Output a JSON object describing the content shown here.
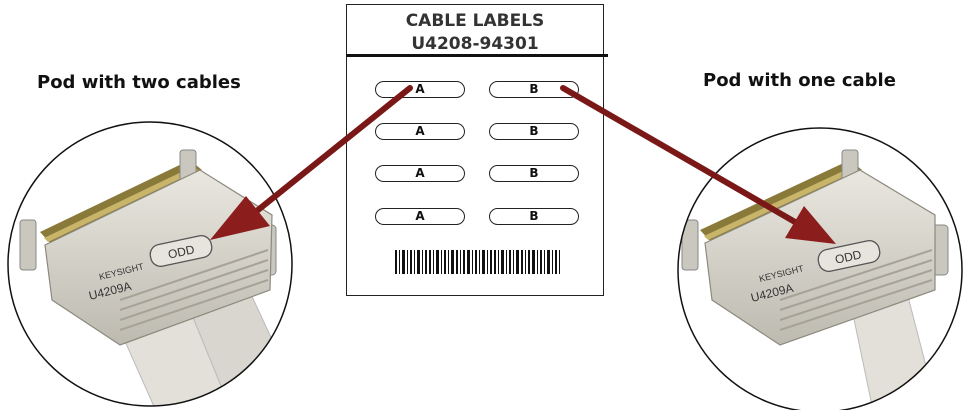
{
  "captions": {
    "left": "Pod with two cables",
    "right": "Pod with one cable"
  },
  "card": {
    "title": "CABLE LABELS",
    "part_number": "U4208-94301",
    "rows": [
      {
        "a": "A",
        "b": "B"
      },
      {
        "a": "A",
        "b": "B"
      },
      {
        "a": "A",
        "b": "B"
      },
      {
        "a": "A",
        "b": "B"
      }
    ]
  },
  "pods": {
    "left": {
      "brand": "KEYSIGHT",
      "model": "U4209A",
      "label": "ODD"
    },
    "right": {
      "brand": "KEYSIGHT",
      "model": "U4209A",
      "label": "ODD"
    }
  },
  "colors": {
    "arrow": "#8b1d1d",
    "pod_body": "#d7d4c8",
    "connector": "#8a7a3a"
  }
}
